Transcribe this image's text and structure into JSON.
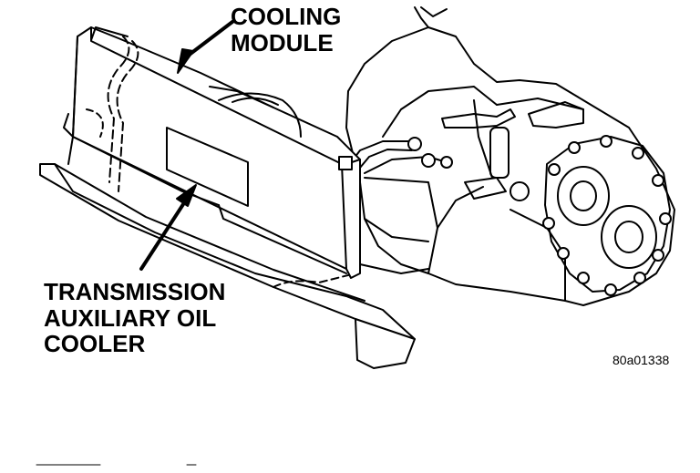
{
  "labels": {
    "cooling_module": "COOLING\nMODULE",
    "aux_cooler": "TRANSMISSION\nAUXILIARY OIL\nCOOLER",
    "figure_code": "80a01338"
  }
}
